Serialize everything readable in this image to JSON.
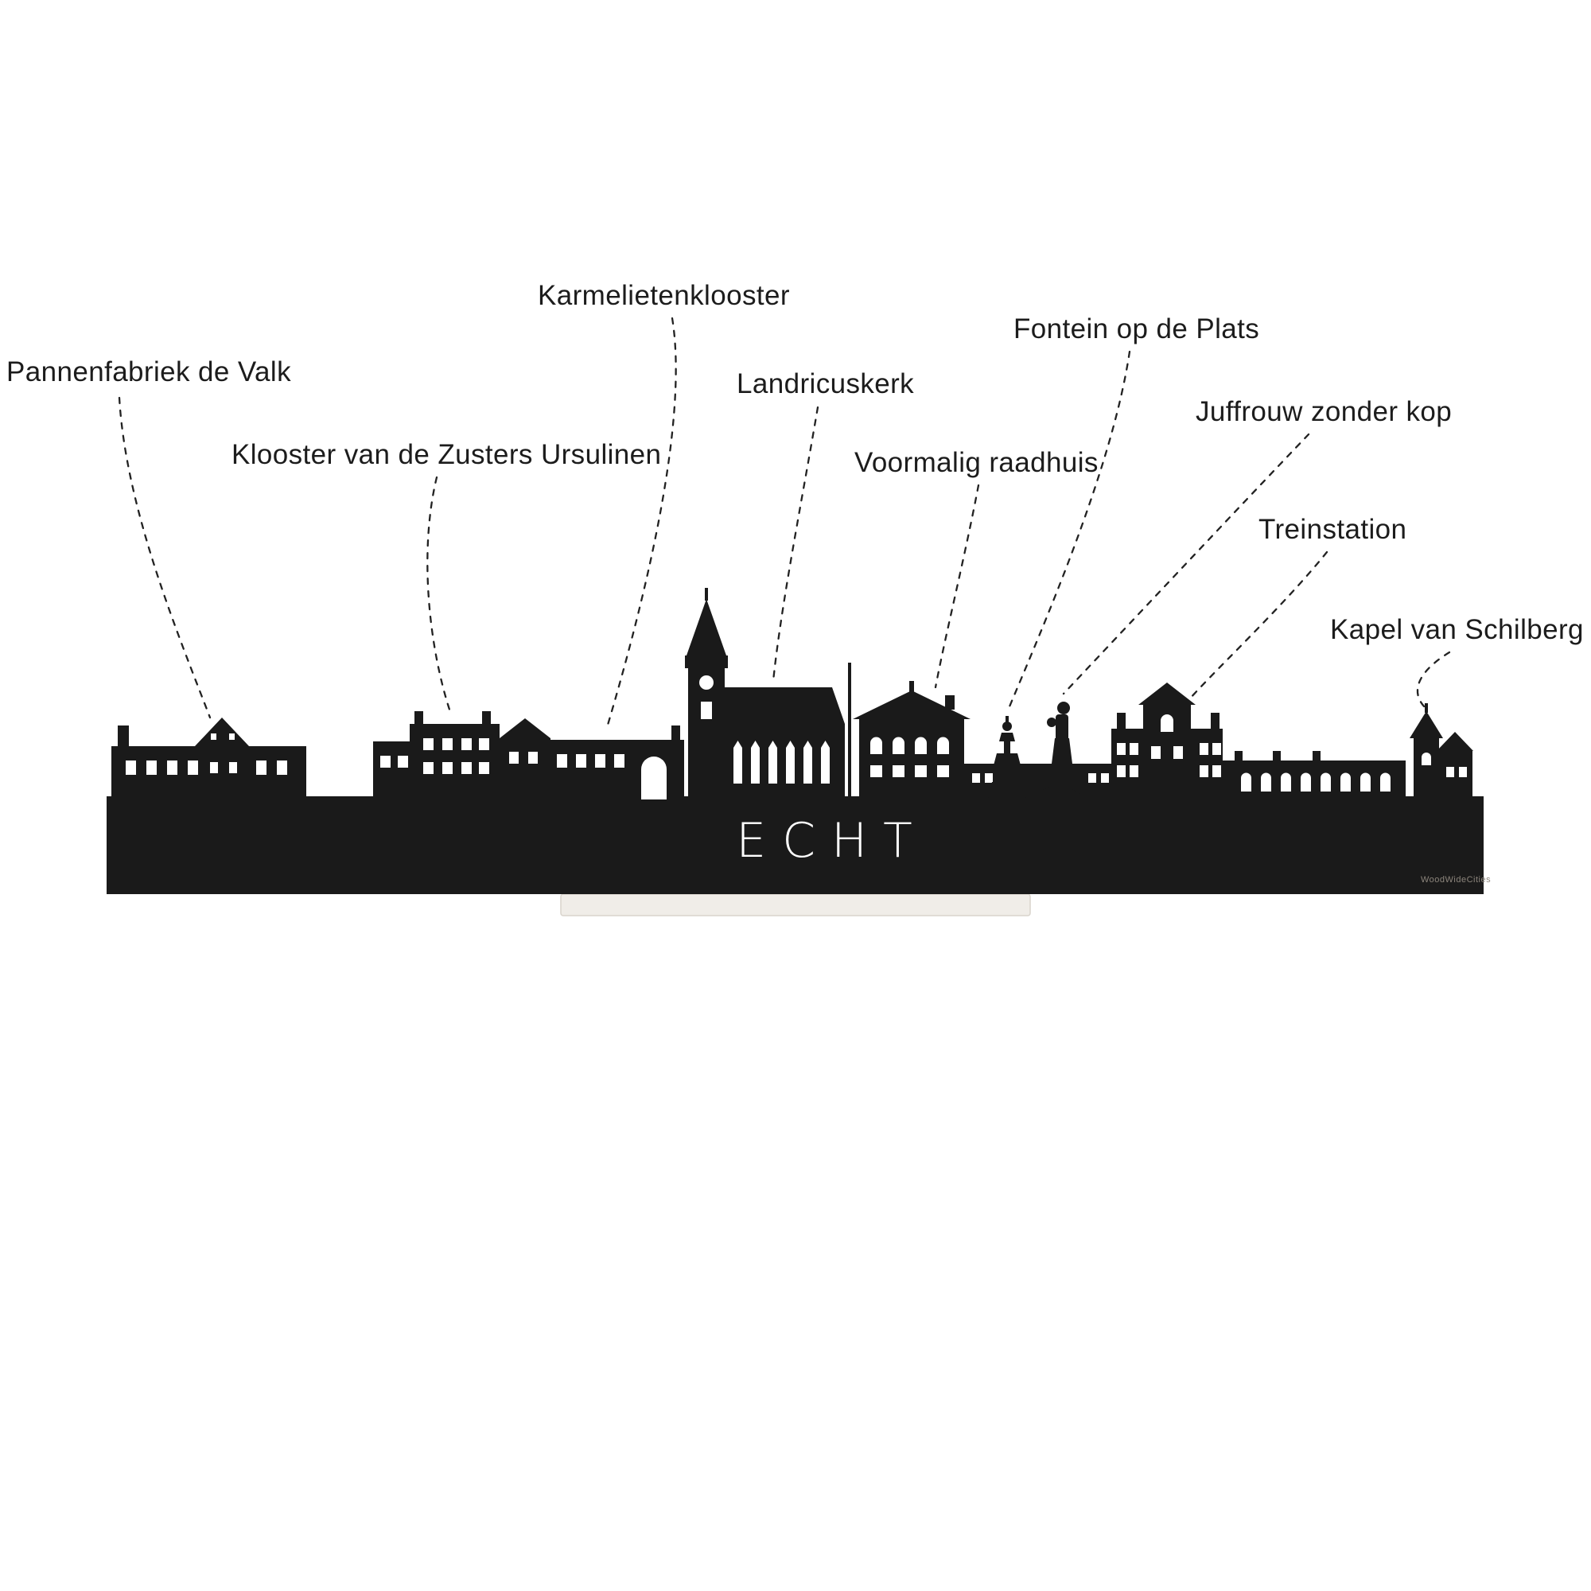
{
  "city": {
    "name": "ECHT"
  },
  "watermark": {
    "text": "WoodWideCities"
  },
  "labels": [
    {
      "id": "pannenfabriek-de-valk",
      "text": "Pannenfabriek de Valk"
    },
    {
      "id": "klooster-zusters-ursulinen",
      "text": "Klooster van de Zusters Ursulinen"
    },
    {
      "id": "karmelietenklooster",
      "text": "Karmelietenklooster"
    },
    {
      "id": "landricuskerk",
      "text": "Landricuskerk"
    },
    {
      "id": "voormalig-raadhuis",
      "text": "Voormalig raadhuis"
    },
    {
      "id": "fontein-op-de-plats",
      "text": "Fontein op de Plats"
    },
    {
      "id": "juffrouw-zonder-kop",
      "text": "Juffrouw zonder kop"
    },
    {
      "id": "treinstation",
      "text": "Treinstation"
    },
    {
      "id": "kapel-van-schilberg",
      "text": "Kapel van Schilberg"
    }
  ],
  "colors": {
    "silhouette": "#1a1a1a",
    "window_cutout": "#ffffff",
    "stand": "#f0ede8",
    "label_text": "#1c1c1c",
    "city_name_text": "#ffffff",
    "background": "#ffffff"
  }
}
